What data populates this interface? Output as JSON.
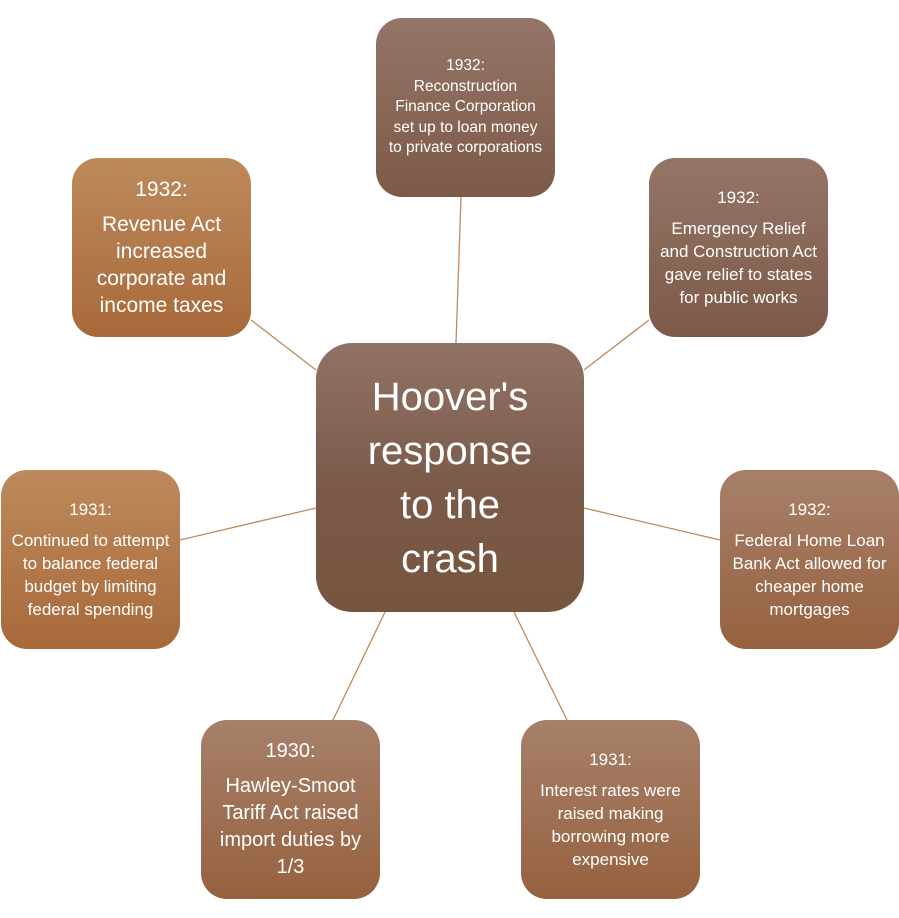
{
  "diagram": {
    "type": "radial-cycle",
    "center": {
      "label": "Hoover's response to the crash"
    },
    "line_color": "#c08a5a",
    "nodes": [
      {
        "id": "top",
        "year": "1932:",
        "text": "Reconstruction Finance Corporation set up to loan money to private corporations"
      },
      {
        "id": "top-right",
        "year": "1932:",
        "text": "Emergency Relief and Construction Act gave relief to states for public works"
      },
      {
        "id": "right",
        "year": "1932:",
        "text": "Federal Home Loan Bank Act allowed for cheaper home mortgages"
      },
      {
        "id": "bottom-right",
        "year": "1931:",
        "text": "Interest rates were raised making borrowing more expensive"
      },
      {
        "id": "bottom-left",
        "year": "1930:",
        "text": "Hawley-Smoot Tariff Act raised import duties by 1/3"
      },
      {
        "id": "left",
        "year": "1931:",
        "text": "Continued to attempt to balance federal budget by limiting federal spending"
      },
      {
        "id": "top-left",
        "year": "1932:",
        "text": "Revenue Act increased corporate and income taxes"
      }
    ]
  }
}
